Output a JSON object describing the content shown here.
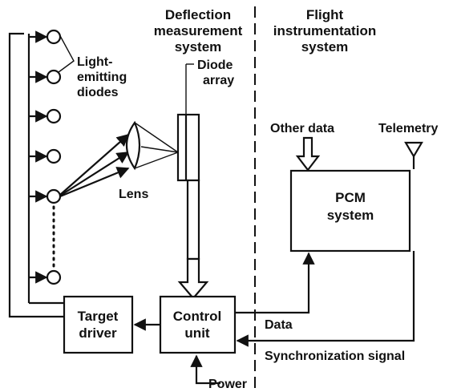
{
  "sections": {
    "deflection_line1": "Deflection",
    "deflection_line2": "measurement",
    "deflection_line3": "system",
    "flight_line1": "Flight",
    "flight_line2": "instrumentation",
    "flight_line3": "system"
  },
  "labels": {
    "leds_line1": "Light-",
    "leds_line2": "emitting",
    "leds_line3": "diodes",
    "diode_array_line1": "Diode",
    "diode_array_line2": "array",
    "lens": "Lens",
    "other_data": "Other data",
    "telemetry": "Telemetry",
    "data": "Data",
    "sync_signal": "Synchronization signal",
    "power": "Power"
  },
  "blocks": {
    "pcm_line1": "PCM",
    "pcm_line2": "system",
    "control_line1": "Control",
    "control_line2": "unit",
    "target_line1": "Target",
    "target_line2": "driver"
  }
}
